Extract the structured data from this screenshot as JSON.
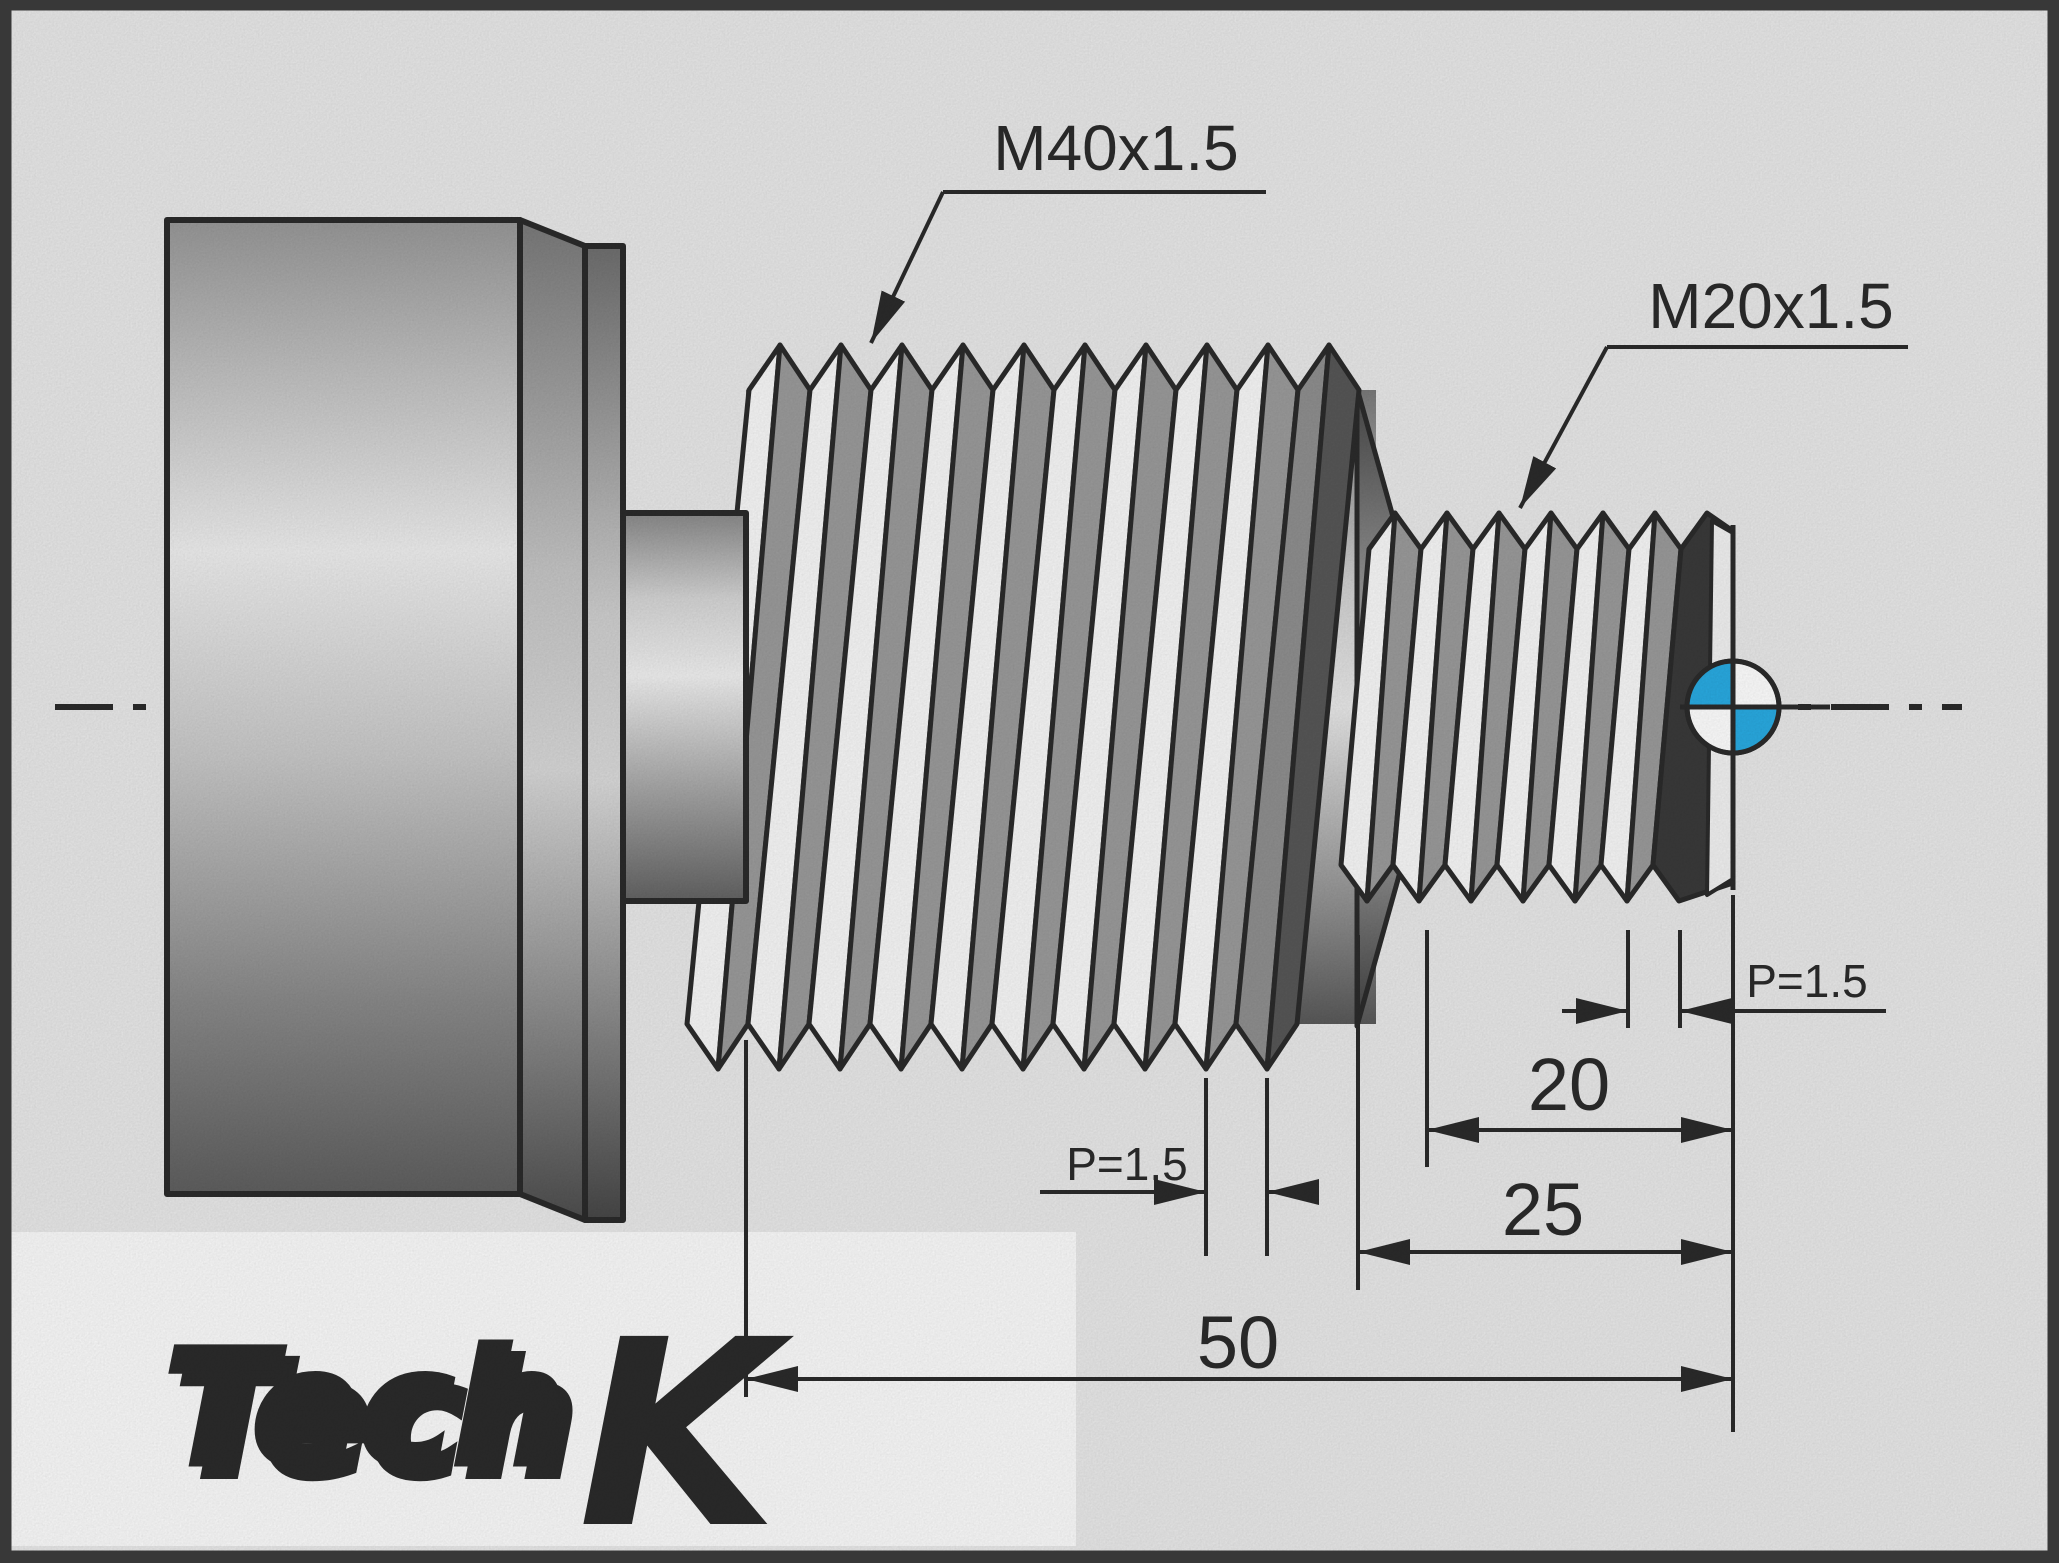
{
  "drawing": {
    "labels": {
      "m40": "M40x1.5",
      "m20": "M20x1.5",
      "p_major": "P=1.5",
      "p_minor": "P=1.5"
    },
    "dims": {
      "d20": "20",
      "d25": "25",
      "d50": "50"
    },
    "logo": {
      "tech": "Tech",
      "k": "K"
    },
    "colors": {
      "line": "#2b2b2b",
      "accent_red": "#e8252b",
      "datum_cyan": "#29abe2",
      "paper": "#e9e9e9",
      "logo_band": "#fbfbfb"
    }
  }
}
